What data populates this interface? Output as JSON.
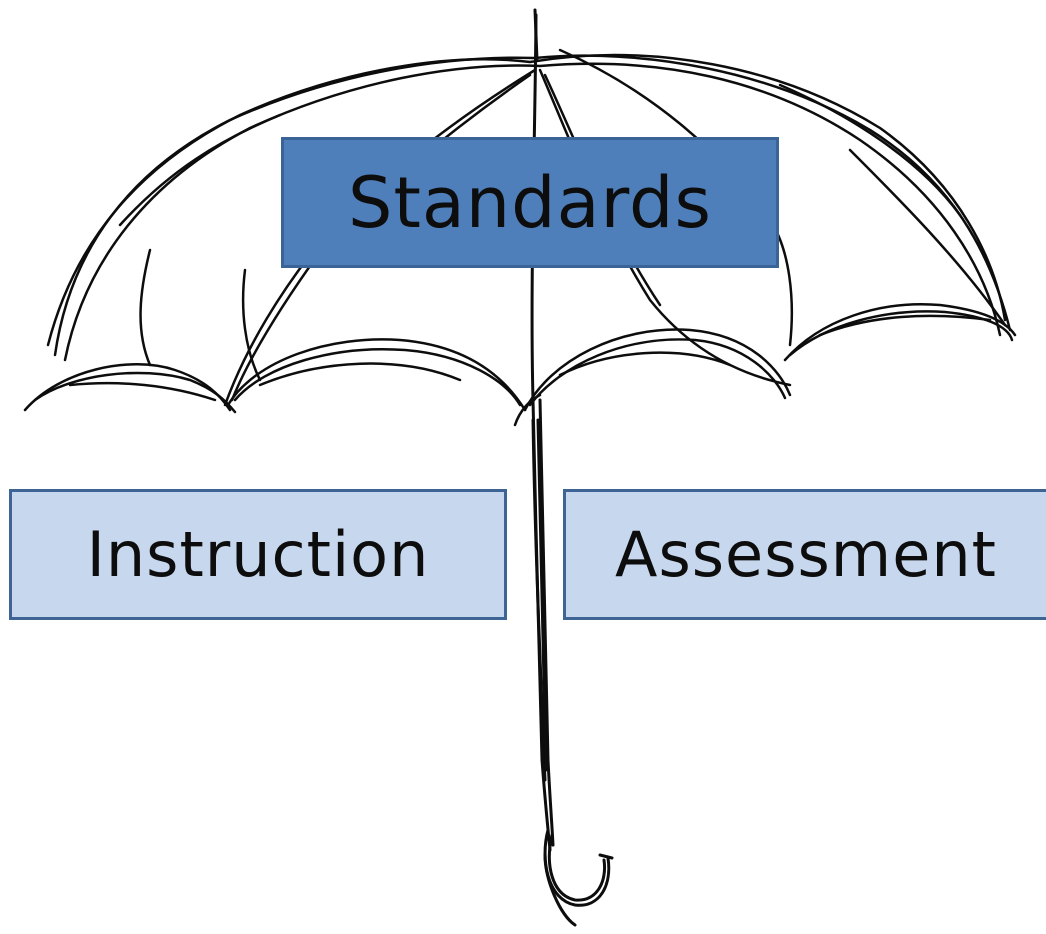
{
  "diagram": {
    "top_label": "Standards",
    "left_label": "Instruction",
    "right_label": "Assessment"
  },
  "colors": {
    "standards_fill": "#4f7fbb",
    "pillar_fill": "#c7d8ee",
    "box_border": "#3e6495",
    "sketch_ink": "#0d0d0d",
    "background": "#ffffff"
  },
  "icons": {
    "umbrella": "umbrella-sketch-icon"
  }
}
